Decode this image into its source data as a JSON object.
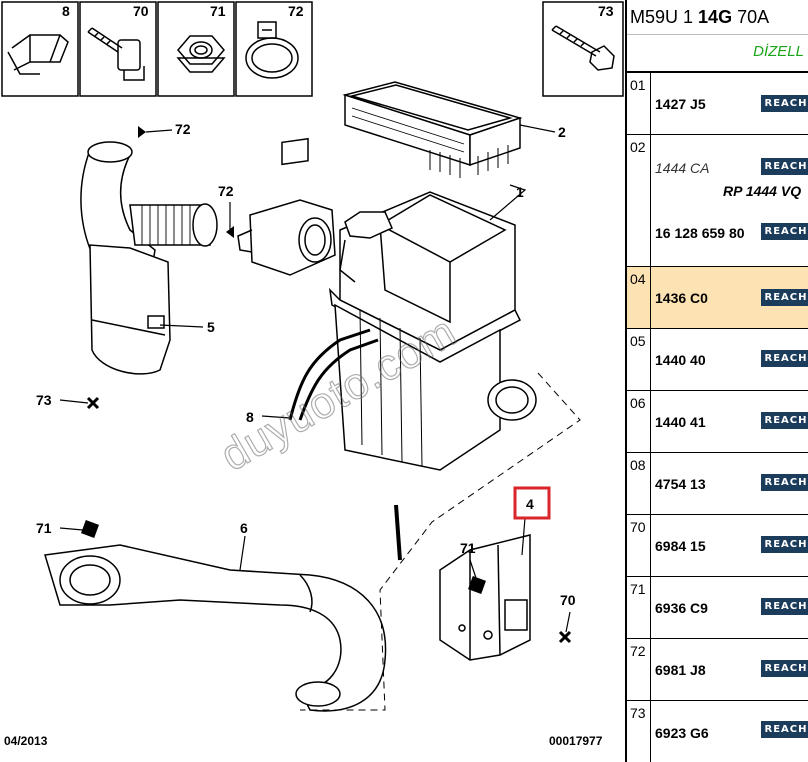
{
  "diagram": {
    "watermark": "duyuoto.com",
    "footer_date": "04/2013",
    "footer_code": "00017977",
    "thumbnails": [
      "8",
      "70",
      "71",
      "72",
      "73"
    ],
    "callouts": {
      "c72a": "72",
      "c2": "2",
      "c1": "1",
      "c72b": "72",
      "c5": "5",
      "c73a": "73",
      "c8": "8",
      "c4": "4",
      "c71a": "71",
      "c6": "6",
      "c71b": "71",
      "c70": "70"
    }
  },
  "panel": {
    "header_model": "M59U 1",
    "header_engine": "14G",
    "header_tail": "70A",
    "fuel": "DİZELL",
    "badge_text": "REACH",
    "selected_row": "04",
    "rows": [
      {
        "index": "01",
        "ref": "1427 J5"
      },
      {
        "index": "02",
        "ref_alt": "1444 CA",
        "ref_vq": "RP 1444 VQ",
        "ref": "16 128 659 80"
      },
      {
        "index": "04",
        "ref": "1436 C0"
      },
      {
        "index": "05",
        "ref": "1440 40"
      },
      {
        "index": "06",
        "ref": "1440 41"
      },
      {
        "index": "08",
        "ref": "4754 13"
      },
      {
        "index": "70",
        "ref": "6984 15"
      },
      {
        "index": "71",
        "ref": "6936 C9"
      },
      {
        "index": "72",
        "ref": "6981 J8"
      },
      {
        "index": "73",
        "ref": "6923 G6"
      }
    ]
  }
}
